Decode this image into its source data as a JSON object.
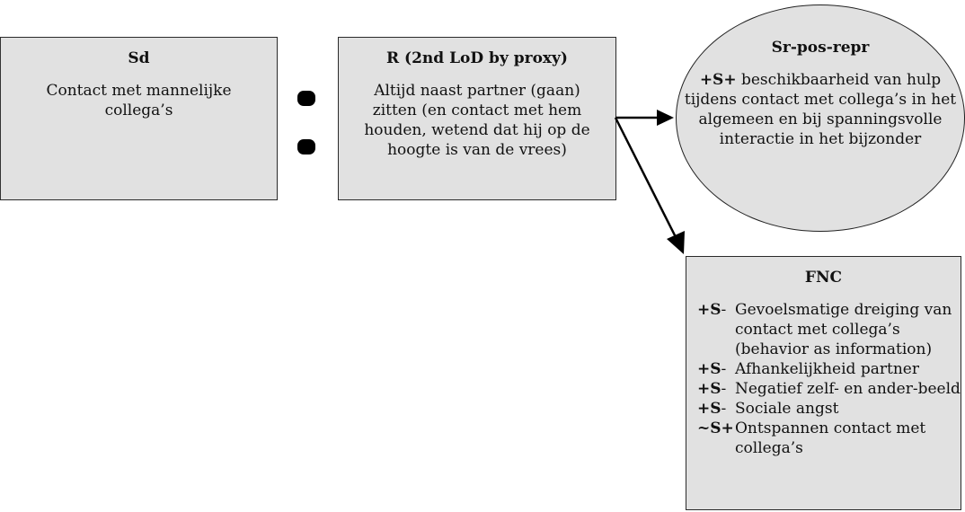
{
  "diagram": {
    "sd": {
      "title": "Sd",
      "text": "Contact met mannelijke collega’s"
    },
    "r": {
      "title": "R (2nd LoD by proxy)",
      "text": "Altijd naast partner (gaan) zitten (en contact met hem houden, wetend dat hij op de hoogte is van de vrees)"
    },
    "sr": {
      "title": "Sr-pos-repr",
      "prefix": "+S+",
      "text": " beschikbaarheid van hulp tijdens contact met collega’s in het algemeen en bij spanningsvolle interactie in het bijzonder"
    },
    "fnc": {
      "title": "FNC",
      "items": [
        {
          "mark_a": "+S",
          "mark_b": "-",
          "text": "Gevoelsmatige dreiging van contact met collega’s (behavior as information)"
        },
        {
          "mark_a": "+S",
          "mark_b": "-",
          "text": "Afhankelijkheid partner"
        },
        {
          "mark_a": "+S",
          "mark_b": "-",
          "text": "Negatief zelf- en ander-beeld"
        },
        {
          "mark_a": "+S",
          "mark_b": "-",
          "text": "Sociale angst"
        },
        {
          "mark_a": "~S+",
          "mark_b": "",
          "text": "Ontspannen contact met collega’s"
        }
      ]
    },
    "connectors": [
      {
        "from": "sd",
        "to": "r",
        "type": "colon-dots"
      },
      {
        "from": "r",
        "to": "sr",
        "type": "arrow"
      },
      {
        "from": "r",
        "to": "fnc",
        "type": "arrow"
      }
    ]
  }
}
